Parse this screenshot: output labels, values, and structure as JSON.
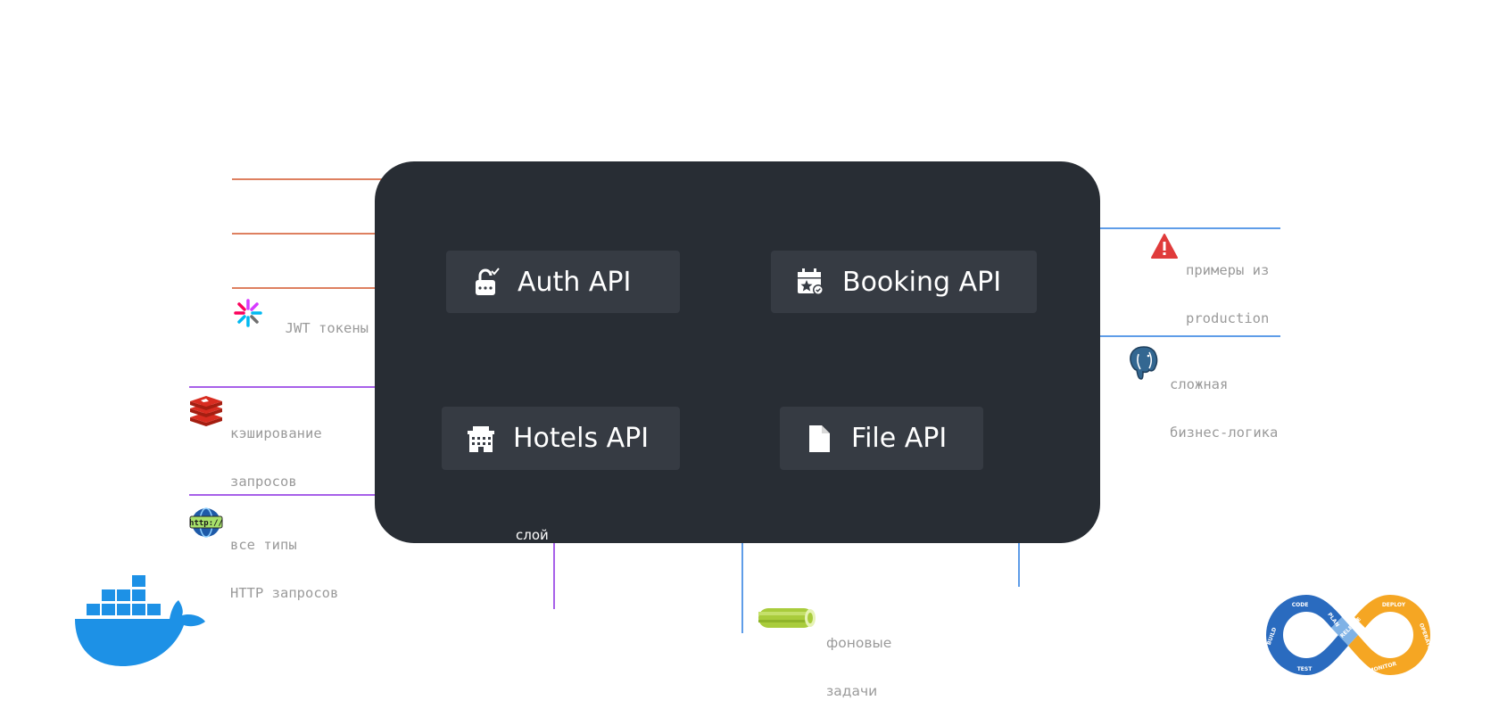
{
  "apis": {
    "auth": "Auth API",
    "booking": "Booking API",
    "hotels": "Hotels API",
    "file": "File API"
  },
  "notes": {
    "jwt": "JWT токены",
    "cache_line1": "кэширование",
    "cache_line2": "запросов",
    "http_line1": "все типы",
    "http_line2": "HTTP запросов",
    "prod_line1": "примеры из",
    "prod_line2": "production",
    "logic_line1": "сложная",
    "logic_line2": "бизнес-логика",
    "tasks_line1": "фоновые",
    "tasks_line2": "задачи",
    "layer": "слой"
  },
  "devops_logo_words": [
    "CODE",
    "BUILD",
    "PLAN",
    "TEST",
    "RELEASE",
    "DEPLOY",
    "OPERATE",
    "MONITOR"
  ],
  "http_badge": "http://",
  "colors": {
    "board": "#282d34",
    "card": "#363b43",
    "orange_line": "#d4562b",
    "purple_line": "#8a2be2",
    "blue_line": "#2a7de1",
    "docker": "#1d91e6",
    "devops_blue": "#2a6bbf",
    "devops_orange": "#f5a623"
  },
  "icons": {
    "auth": "lock-icon",
    "booking": "calendar-star-icon",
    "hotels": "hotel-building-icon",
    "file": "file-icon",
    "jwt": "jwt-logo-icon",
    "redis": "redis-logo-icon",
    "http": "http-globe-icon",
    "warning": "warning-icon",
    "postgres": "postgres-elephant-icon",
    "celery": "celery-icon",
    "docker": "docker-whale-icon",
    "devops": "devops-infinity-icon"
  }
}
